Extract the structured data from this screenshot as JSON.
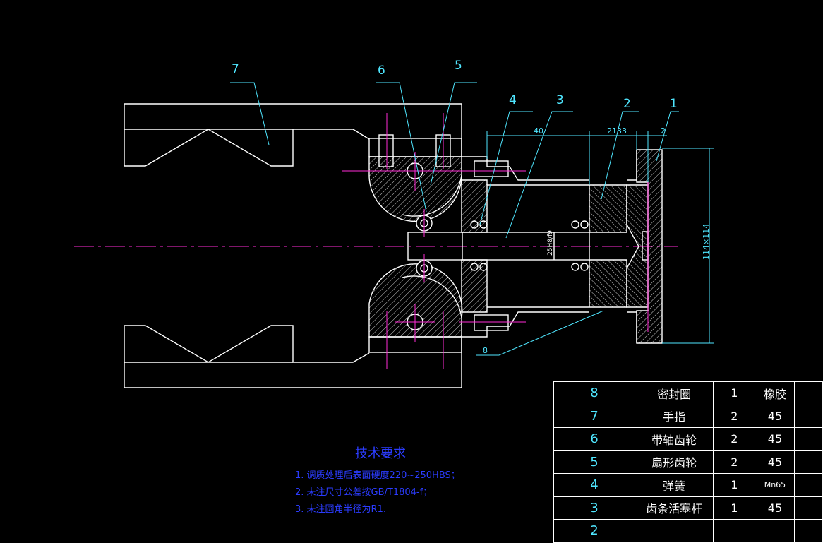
{
  "part_labels": [
    "7",
    "6",
    "5",
    "4",
    "3",
    "2",
    "1",
    "8"
  ],
  "dimensions": {
    "d40": "40",
    "d2133": "2133",
    "d2": "2",
    "d114": "114×114",
    "bore": "25H8/f9"
  },
  "tech_requirements": {
    "title": "技术要求",
    "items": [
      "1. 调质处理后表面硬度220~250HBS；",
      "2. 未注尺寸公差按GB/T1804-f；",
      "3. 未注圆角半径为R1."
    ]
  },
  "bom": {
    "rows": [
      {
        "index": "8",
        "name": "密封圈",
        "qty": "1",
        "material": "橡胶"
      },
      {
        "index": "7",
        "name": "手指",
        "qty": "2",
        "material": "45"
      },
      {
        "index": "6",
        "name": "带轴齿轮",
        "qty": "2",
        "material": "45"
      },
      {
        "index": "5",
        "name": "扇形齿轮",
        "qty": "2",
        "material": "45"
      },
      {
        "index": "4",
        "name": "弹簧",
        "qty": "1",
        "material": "Mn65"
      },
      {
        "index": "3",
        "name": "齿条活塞杆",
        "qty": "1",
        "material": "45"
      },
      {
        "index": "2",
        "name": "",
        "qty": "",
        "material": ""
      }
    ]
  },
  "colors": {
    "background": "#000000",
    "outline": "#ffffff",
    "annotation": "#4fe6ff",
    "centerline": "#ff2bd6",
    "tech_text": "#2b3cff"
  }
}
